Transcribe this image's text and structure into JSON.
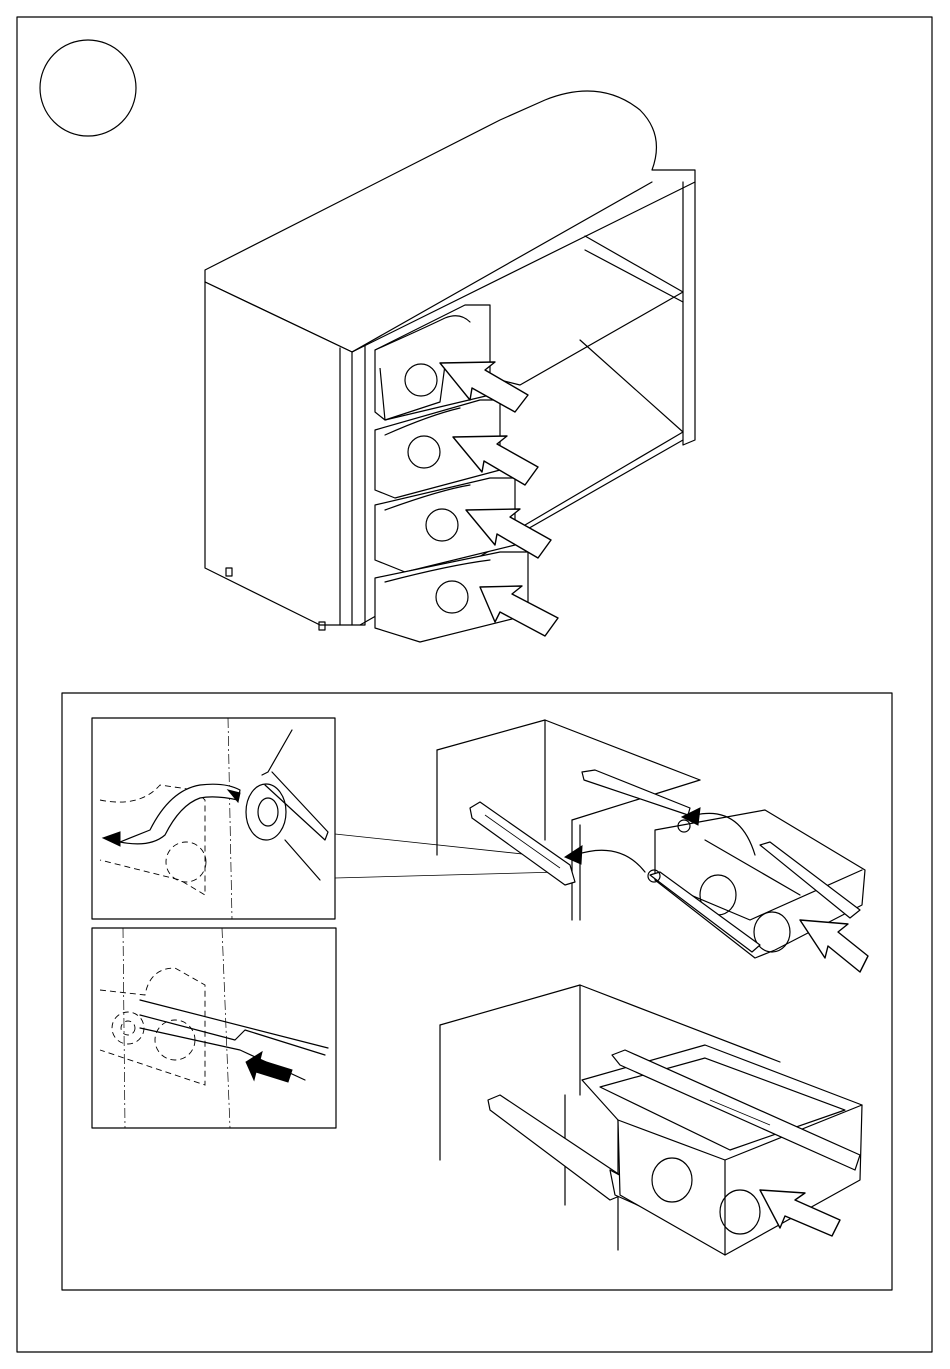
{
  "step": {
    "number": ""
  },
  "figures": {
    "overview": "cabinet-with-four-drawers",
    "detail_panel": "drawer-slide-installation"
  },
  "icons": {
    "step_circle": "circle-badge",
    "insert_arrow": "outline-arrow-icon",
    "rotate_arrow": "curved-black-arrow-icon",
    "push_arrow": "solid-black-arrow-icon"
  },
  "colors": {
    "line": "#000000",
    "background": "#ffffff"
  }
}
